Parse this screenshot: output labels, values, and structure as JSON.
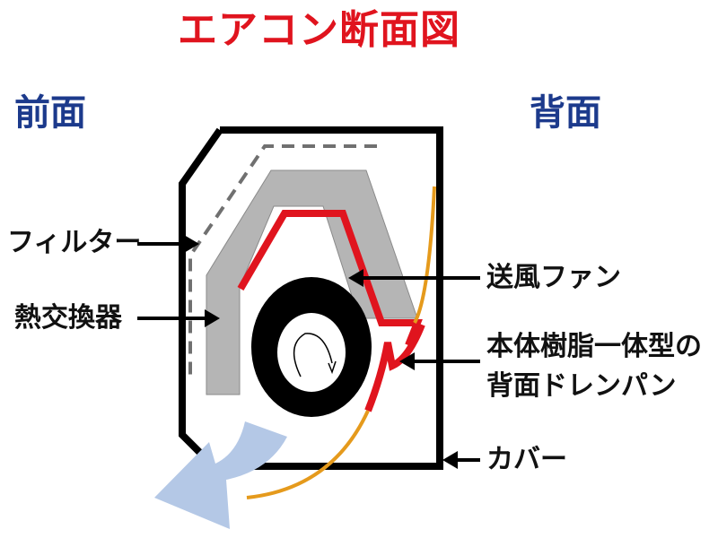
{
  "title": "エアコン断面図",
  "orientation": {
    "front": "前面",
    "back": "背面"
  },
  "labels": {
    "filter": "フィルター",
    "heat_exchanger": "熱交換器",
    "fan": "送風ファン",
    "drain_pan_line1": "本体樹脂一体型の",
    "drain_pan_line2": "背面ドレンパン",
    "cover": "カバー"
  },
  "colors": {
    "title": "#e0141e",
    "orientation": "#1c3a8c",
    "outline": "#000000",
    "heat_exchanger": "#b5b5b5",
    "drain_pan": "#e0141e",
    "cover_line": "#e59a1c",
    "filter_dash": "#707070",
    "airflow": "#b4c8e6"
  },
  "icons": {
    "rotation": "rotation-arrow-icon",
    "airflow": "airflow-arrow-icon"
  }
}
